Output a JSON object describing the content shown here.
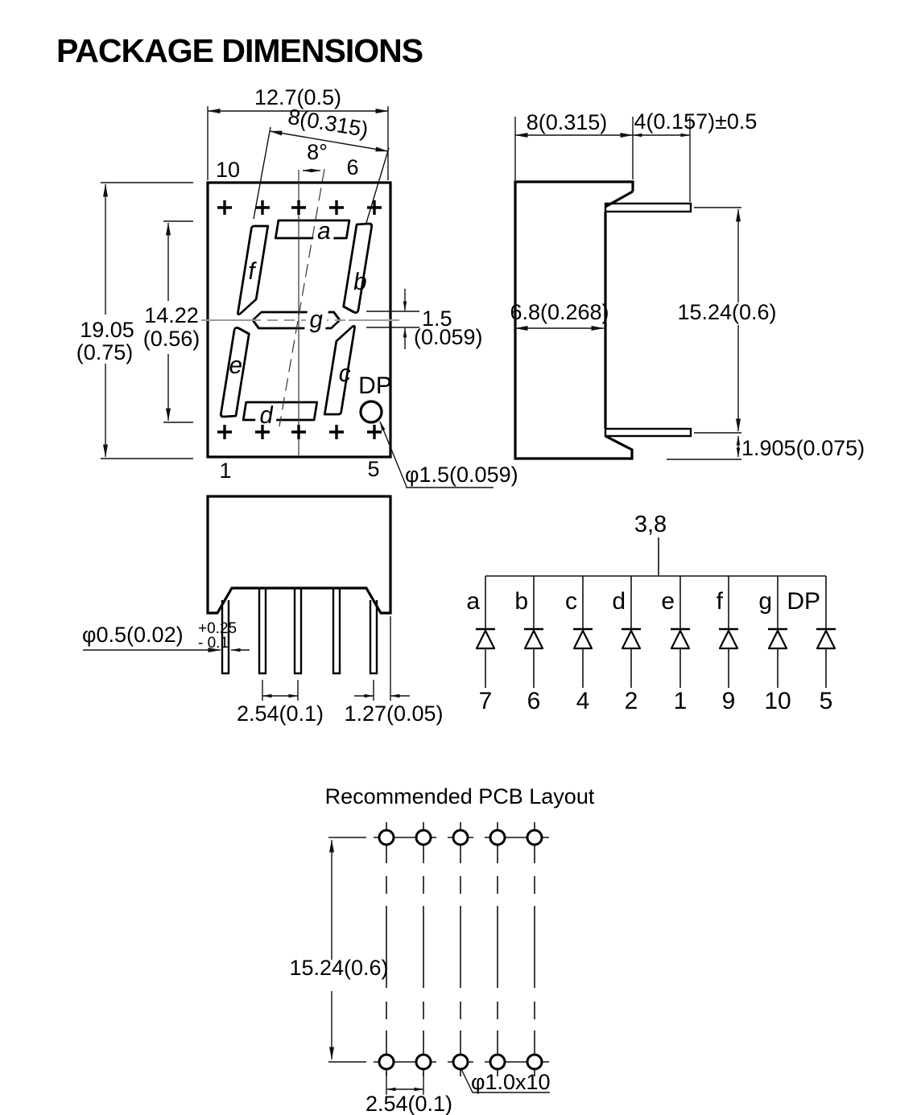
{
  "title": "PACKAGE DIMENSIONS",
  "front_view": {
    "dim_width": "12.7(0.5)",
    "dim_span": "8(0.315)",
    "dim_angle": "8°",
    "pin_top_left": "10",
    "pin_top_right": "6",
    "pin_bottom_left": "1",
    "pin_bottom_right": "5",
    "dim_height_mm": "19.05",
    "dim_height_in": "(0.75)",
    "dim_char_height_mm": "14.22",
    "dim_char_height_in": "(0.56)",
    "dim_seg_gap_mm": "1.5",
    "dim_seg_gap_in": "(0.059)",
    "dp_label": "DP",
    "dp_diameter": "φ1.5(0.059)",
    "segments": {
      "a": "a",
      "b": "b",
      "c": "c",
      "d": "d",
      "e": "e",
      "f": "f",
      "g": "g"
    }
  },
  "side_view": {
    "dim_body_width": "8(0.315)",
    "dim_lead_length": "4(0.157)±0.5",
    "dim_body_depth": "6.8(0.268)",
    "dim_lead_spacing": "15.24(0.6)",
    "dim_standoff": "1.905(0.075)"
  },
  "bottom_view": {
    "dim_lead_dia": "φ0.5(0.02)",
    "tol_plus": "+0.25",
    "tol_minus": "- 0.1",
    "dim_pitch": "2.54(0.1)",
    "dim_edge": "1.27(0.05)"
  },
  "circuit": {
    "common_pins": "3,8",
    "diodes": [
      {
        "segment": "a",
        "pin": "7"
      },
      {
        "segment": "b",
        "pin": "6"
      },
      {
        "segment": "c",
        "pin": "4"
      },
      {
        "segment": "d",
        "pin": "2"
      },
      {
        "segment": "e",
        "pin": "1"
      },
      {
        "segment": "f",
        "pin": "9"
      },
      {
        "segment": "g",
        "pin": "10"
      },
      {
        "segment": "DP",
        "pin": "5"
      }
    ]
  },
  "pcb": {
    "title": "Recommended PCB Layout",
    "dim_row_spacing": "15.24(0.6)",
    "dim_pitch": "2.54(0.1)",
    "dim_hole": "φ1.0x10"
  }
}
